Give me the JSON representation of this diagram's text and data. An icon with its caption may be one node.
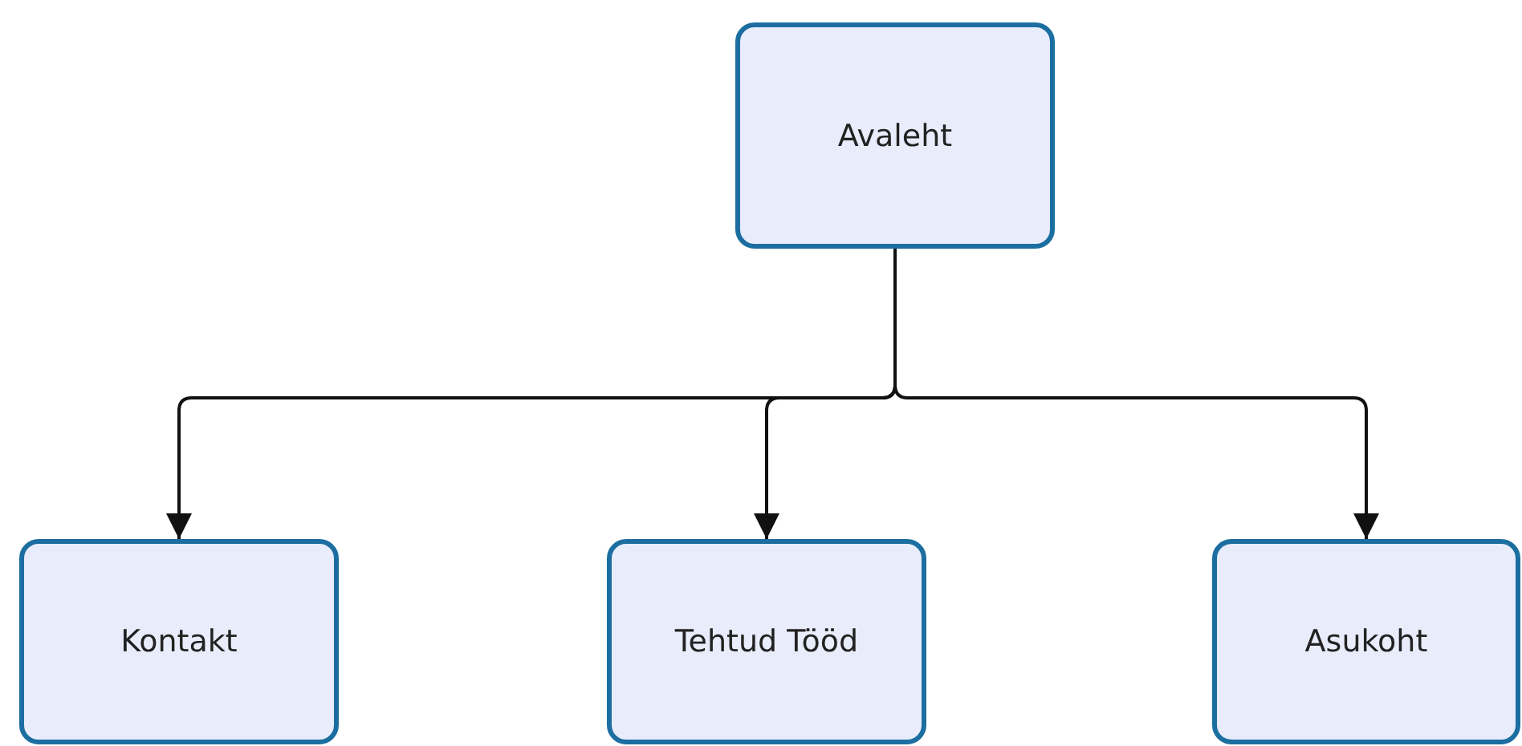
{
  "diagram": {
    "nodes": [
      {
        "text": [
          "Avaleht"
        ]
      },
      {
        "text": [
          "Kontakt"
        ]
      },
      {
        "text": [
          "Tehtud Tööd"
        ]
      },
      {
        "text": [
          "Asukoht"
        ]
      }
    ],
    "edges": [
      {
        "from": 0,
        "to": 1,
        "arrow": "to"
      },
      {
        "from": 0,
        "to": 2,
        "arrow": "to"
      },
      {
        "from": 0,
        "to": 3,
        "arrow": "to"
      }
    ]
  }
}
